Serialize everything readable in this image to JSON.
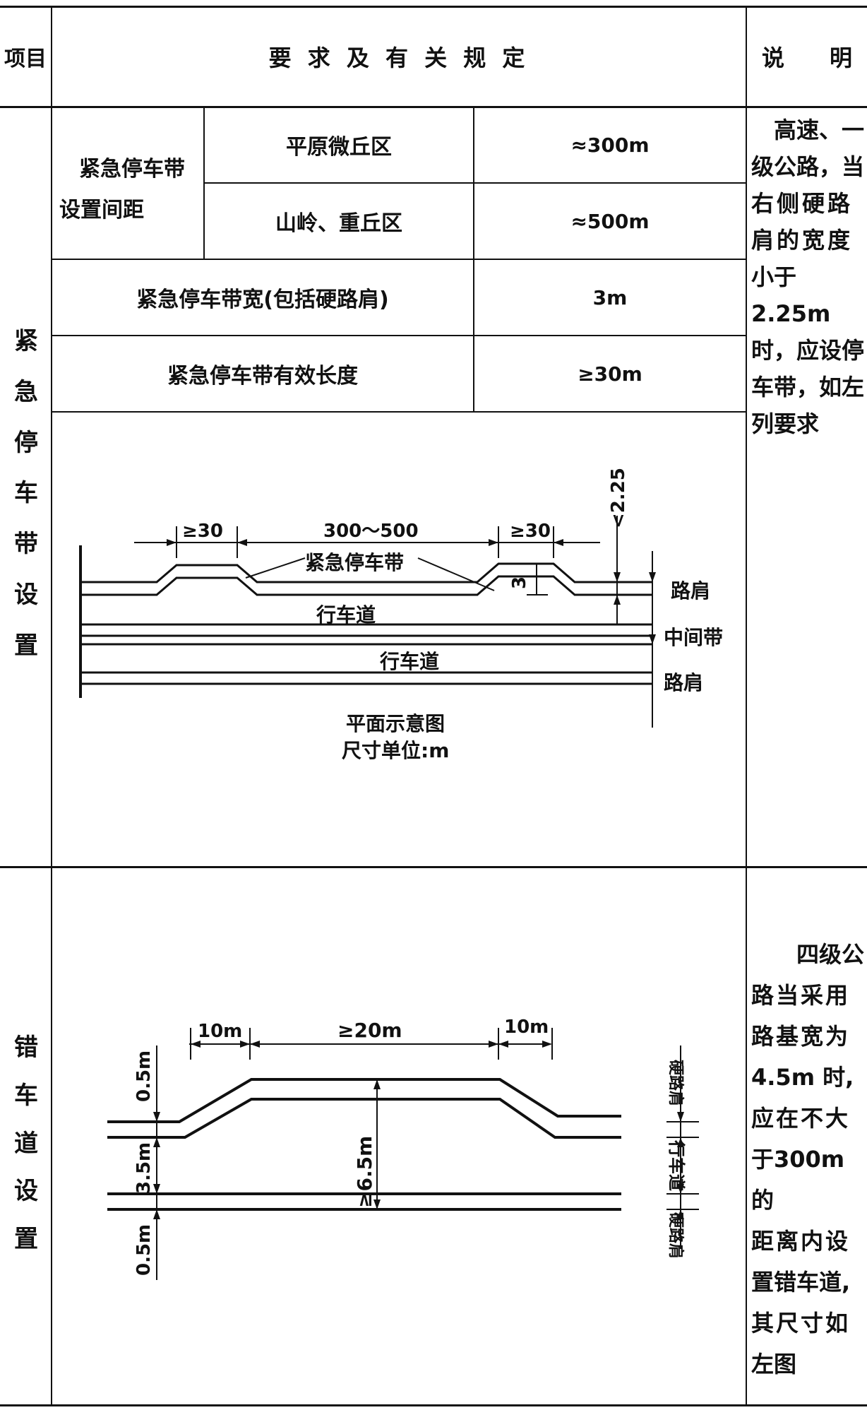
{
  "header": {
    "col1": "项目",
    "col2": "要 求 及 有 关 规 定",
    "col3": "说　　明"
  },
  "section1": {
    "label": [
      "紧",
      "急",
      "停",
      "车",
      "带",
      "设",
      "置"
    ],
    "spacing_label_line1": "紧急停车带",
    "spacing_label_line2": "设置间距",
    "rows": [
      {
        "name": "平原微丘区",
        "value": "≈300m"
      },
      {
        "name": "山岭、重丘区",
        "value": "≈500m"
      }
    ],
    "width_row": {
      "name": "紧急停车带宽(包括硬路肩)",
      "value": "3m"
    },
    "length_row": {
      "name": "紧急停车带有效长度",
      "value": "≥30m"
    },
    "note": [
      "高速、一",
      "级公路，当",
      "右侧硬路",
      "肩的宽度",
      "小于2.25m",
      "时，应设停",
      "车带，如左",
      "列要求"
    ],
    "diagram": {
      "dim_left": "≥30",
      "dim_mid": "300～500",
      "dim_right": "≥30",
      "dim_shoulder": "<2.25",
      "dim_depth": "3",
      "callout": "紧急停车带",
      "lane1": "行车道",
      "lane2": "行车道",
      "label_shoulder_top": "路肩",
      "label_median": "中间带",
      "label_shoulder_bottom": "路肩",
      "caption1": "平面示意图",
      "caption2": "尺寸单位:m"
    }
  },
  "section2": {
    "label": [
      "错",
      "车",
      "道",
      "设",
      "置"
    ],
    "note": [
      "四级公",
      "路当采用",
      "路基宽为",
      "4.5m 时,",
      "应在不大",
      "于300m的",
      "距离内设",
      "置错车道,",
      "其尺寸如",
      "左图"
    ],
    "diagram": {
      "dim_left": "10m",
      "dim_mid": "≥20m",
      "dim_right": "10m",
      "dim_top_shoulder": "0.5m",
      "dim_lane": "3.5m",
      "dim_bottom_shoulder": "0.5m",
      "dim_total": "≥6.5m",
      "label_top": "硬路肩",
      "label_mid": "行车道",
      "label_bottom": "硬路肩"
    }
  }
}
